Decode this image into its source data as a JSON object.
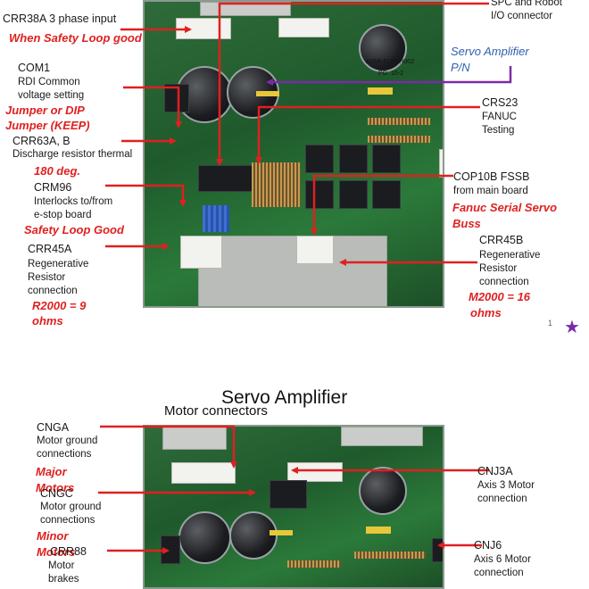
{
  "top": {
    "board_text": {
      "part_number": "A06B-6107-H002",
      "page_ref": "PG. 10-2"
    },
    "labels": {
      "crr38a": "CRR38A  3 phase input",
      "crr38a_note": "When Safety Loop good",
      "com1": "COM1",
      "com1_desc1": "RDI Common",
      "com1_desc2": "voltage setting",
      "com1_note1": "Jumper or DIP",
      "com1_note2": "Jumper (KEEP)",
      "crr63": "CRR63A, B",
      "crr63_desc": "Discharge resistor thermal",
      "crr63_note": "180 deg.",
      "crm96": "CRM96",
      "crm96_desc1": "Interlocks to/from",
      "crm96_desc2": "e-stop board",
      "crm96_note": "Safety Loop Good",
      "crr45a": "CRR45A",
      "crr45a_desc1": "Regenerative",
      "crr45a_desc2": "Resistor",
      "crr45a_desc3": "connection",
      "crr45a_note1": "R2000  = 9",
      "crr45a_note2": "ohms",
      "spc1": "SPC and Robot",
      "spc2": "I/O connector",
      "servo_pn1": "Servo  Amplifier",
      "servo_pn2": "P/N",
      "crs23": "CRS23",
      "crs23_desc1": "FANUC",
      "crs23_desc2": "Testing",
      "cop10b": "COP10B   FSSB",
      "cop10b_desc": "from main board",
      "cop10b_note1": "Fanuc Serial Servo",
      "cop10b_note2": "Buss",
      "crr45b": "CRR45B",
      "crr45b_desc1": "Regenerative",
      "crr45b_desc2": "Resistor",
      "crr45b_desc3": "connection",
      "crr45b_note1": "M2000  = 16",
      "crr45b_note2": "ohms",
      "page_number": "1"
    }
  },
  "bottom": {
    "title": "Servo Amplifier",
    "subtitle": "Motor connectors",
    "labels": {
      "cnga": "CNGA",
      "cnga_desc1": "Motor ground",
      "cnga_desc2": "connections",
      "cnga_note1": "Major",
      "cnga_note2": "Motors",
      "cngc": "CNGC",
      "cngc_desc1": "Motor ground",
      "cngc_desc2": "connections",
      "cngc_note1": "Minor",
      "cngc_note2": "Motors",
      "crr88": "CRR88",
      "crr88_desc1": "Motor",
      "crr88_desc2": "brakes",
      "cnj3a": "CNJ3A",
      "cnj3a_desc1": "Axis 3 Motor",
      "cnj3a_desc2": "connection",
      "cnj6": "CNJ6",
      "cnj6_desc1": "Axis 6 Motor",
      "cnj6_desc2": "connection"
    }
  },
  "colors": {
    "arrow": "#e02020",
    "accent_purple": "#7a2aa8",
    "note_red": "#e02020",
    "note_blue": "#2f5fb0"
  },
  "icons": {
    "star": "star-icon"
  }
}
